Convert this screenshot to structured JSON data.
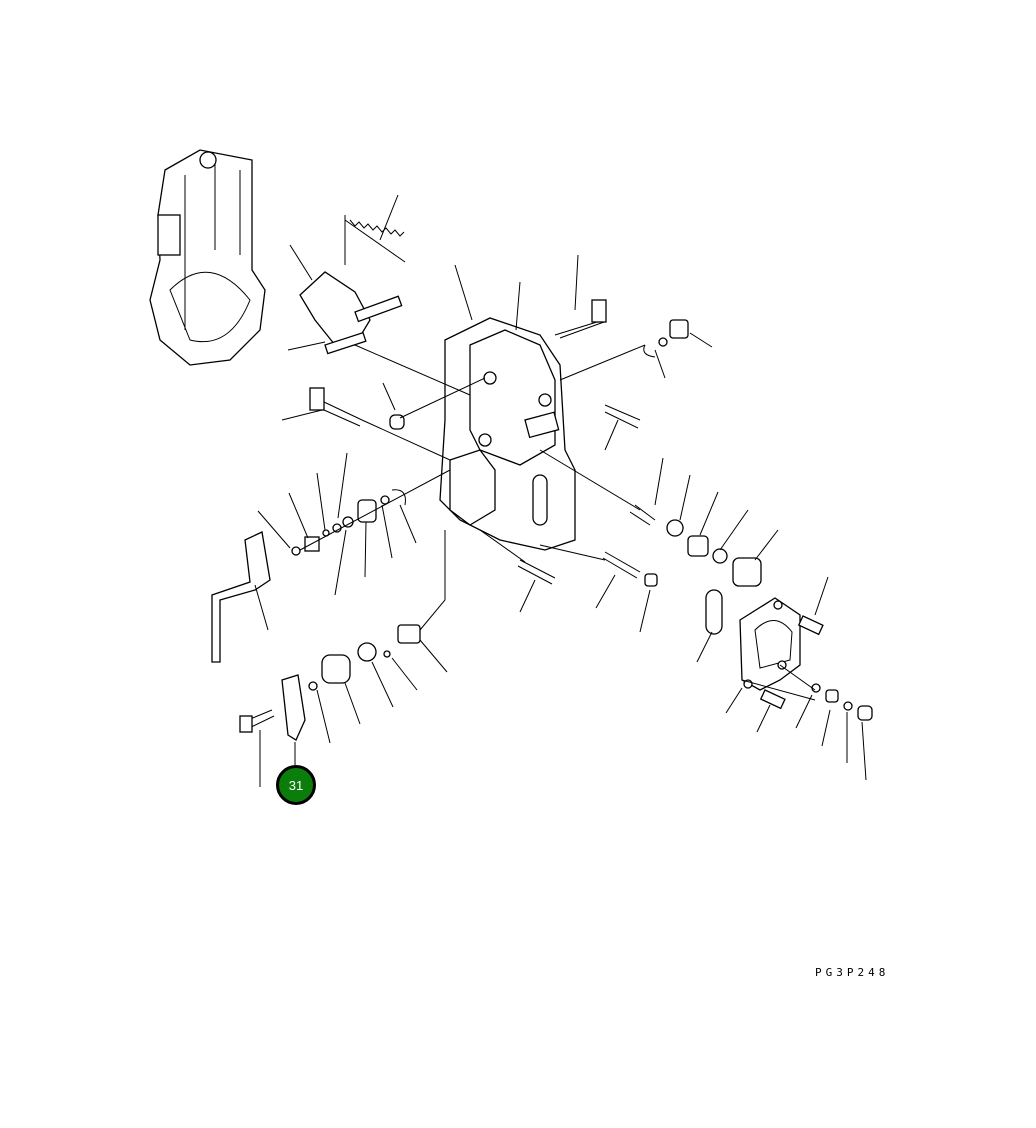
{
  "diagram": {
    "drawing_code": "PG3P248",
    "highlighted_callout": {
      "number": "31",
      "color": "#0a7d0a"
    },
    "parts_shown": [
      "governor-housing",
      "spring",
      "lever",
      "shaft",
      "cover-plate",
      "bolts",
      "washers",
      "nuts",
      "bushing",
      "collar",
      "gasket",
      "end-cover",
      "cap"
    ]
  }
}
